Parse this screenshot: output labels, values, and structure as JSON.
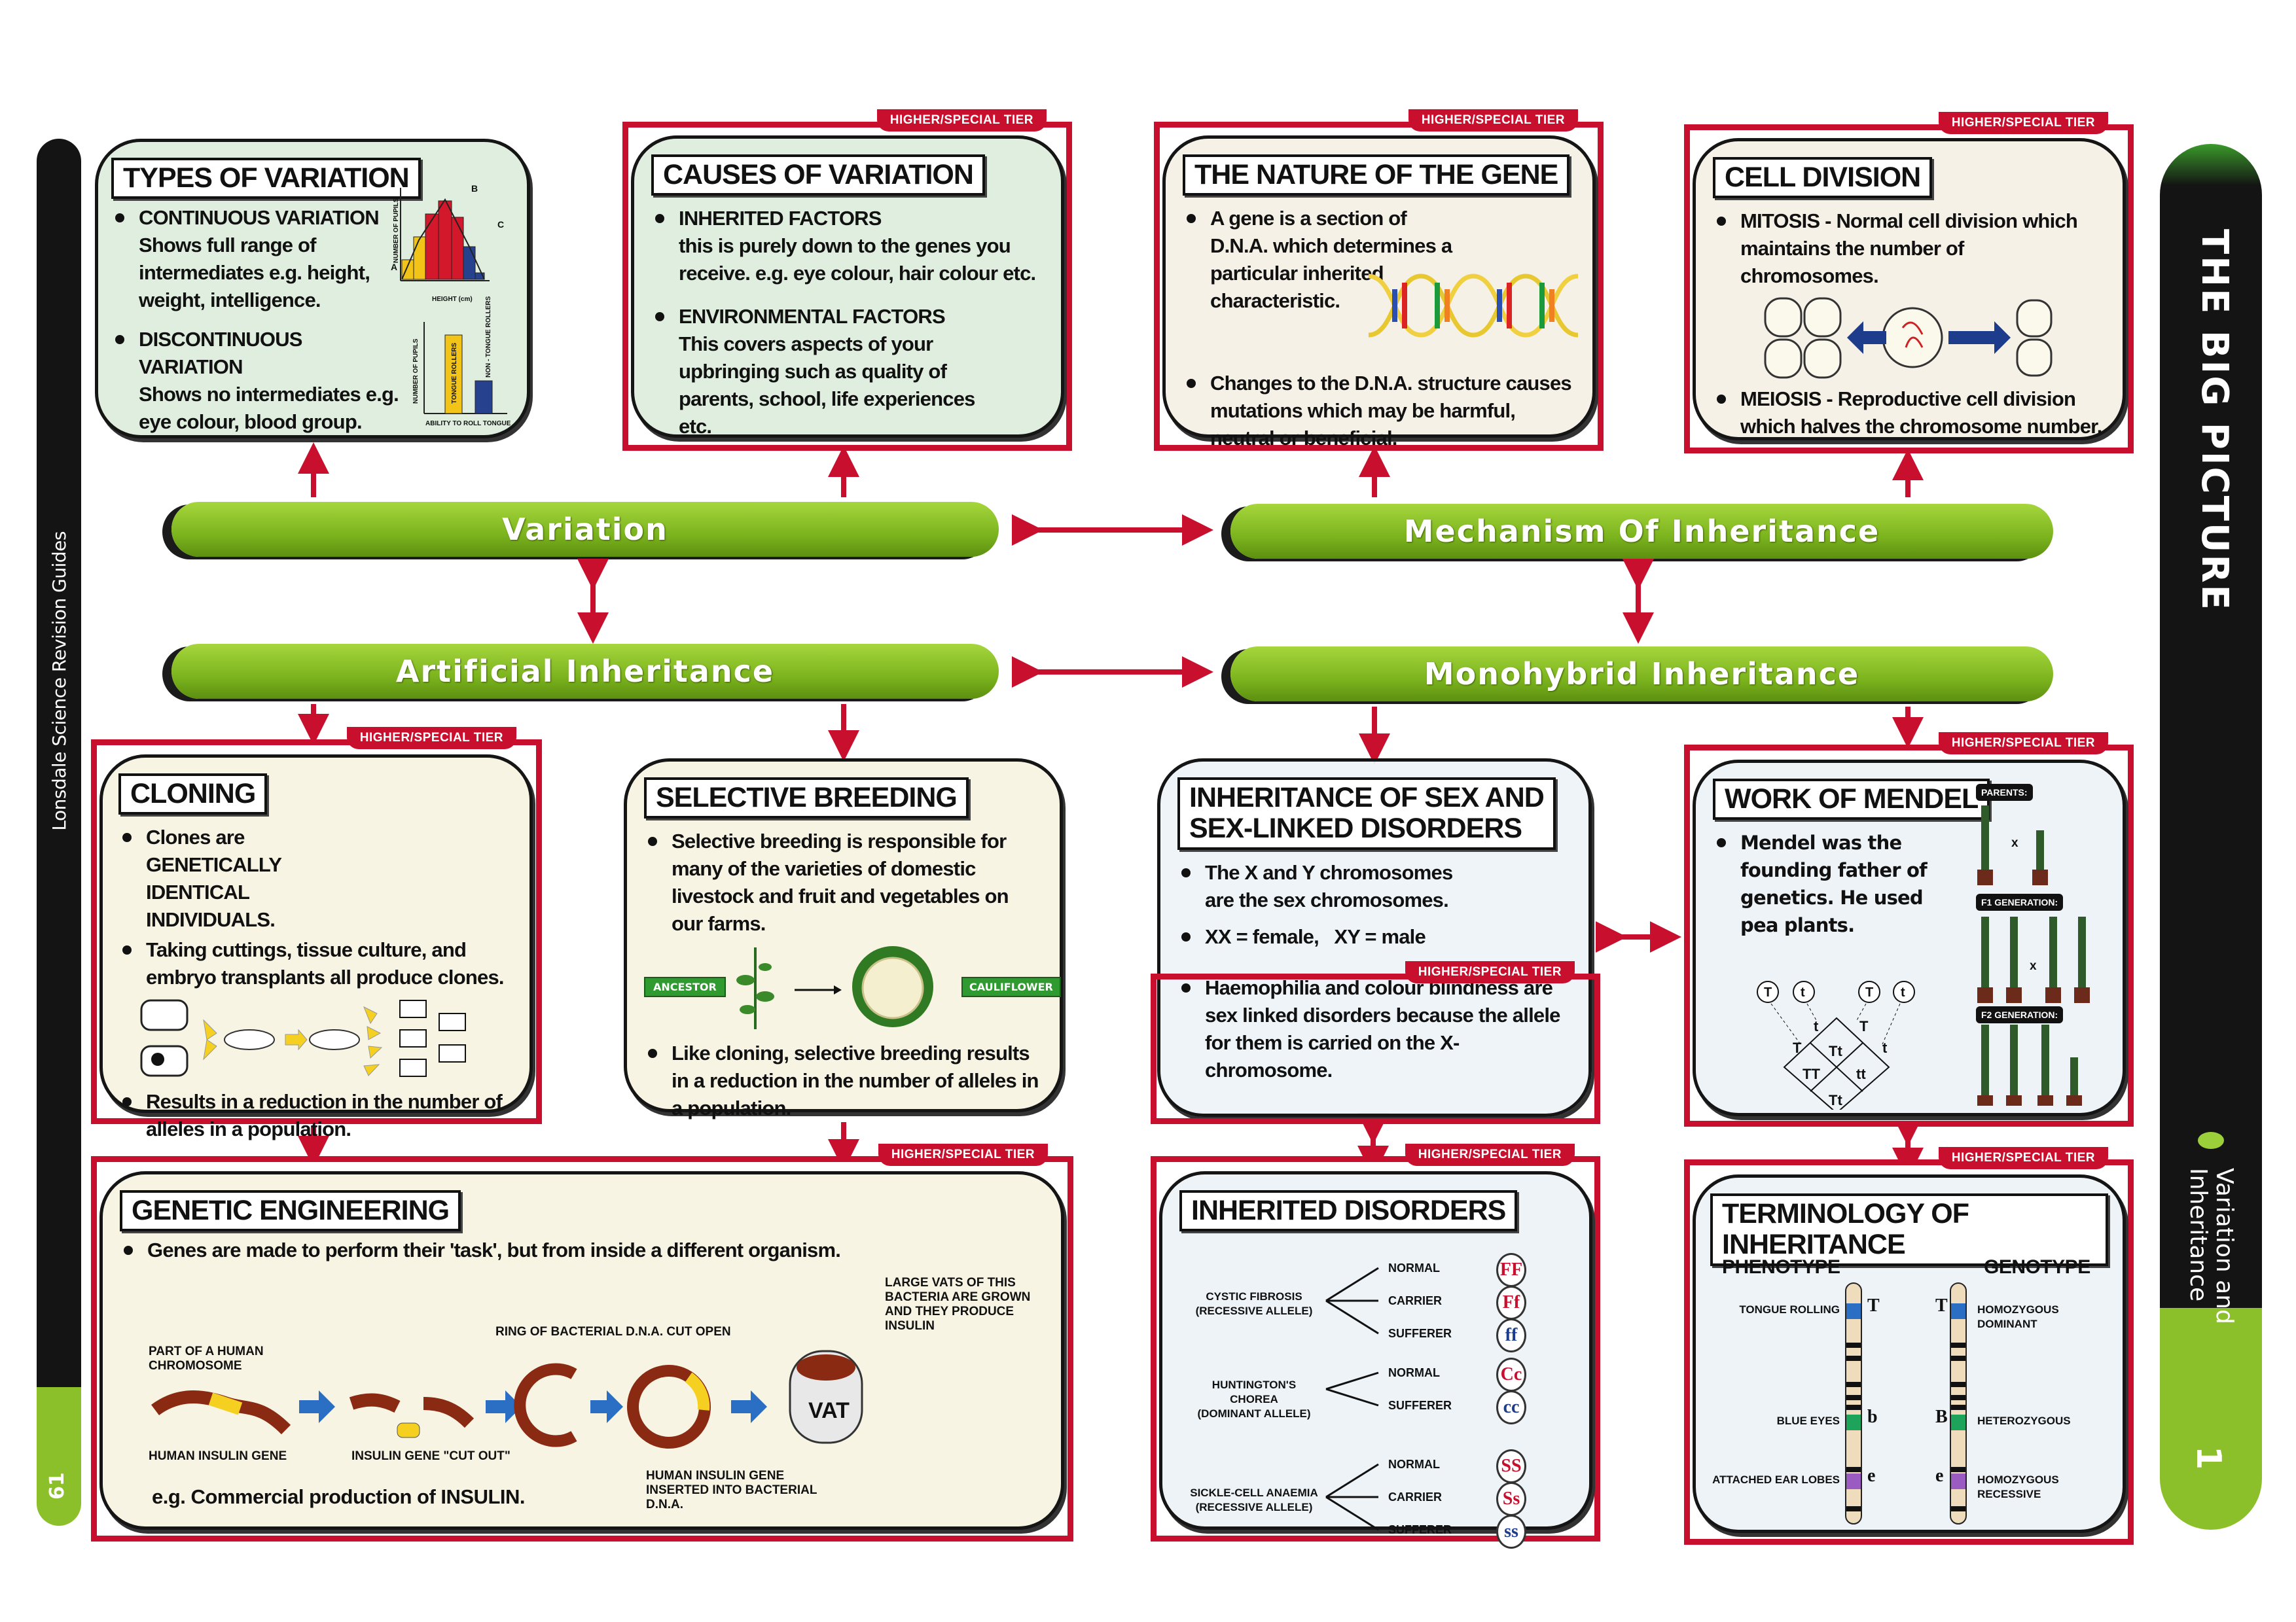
{
  "left_spine": {
    "series": "Lonsdale Science Revision Guides",
    "page_number": "61"
  },
  "right_spine": {
    "heading": "THE BIG PICTURE",
    "topic": "Variation and Inheritance",
    "section_number": "1"
  },
  "tier_badge": "HIGHER/SPECIAL TIER",
  "bars": {
    "variation": "Variation",
    "mechanism": "Mechanism Of Inheritance",
    "artificial": "Artificial Inheritance",
    "monohybrid": "Monohybrid Inheritance"
  },
  "types_of_variation": {
    "title": "TYPES OF VARIATION",
    "continuous_heading": "CONTINUOUS VARIATION",
    "continuous_text": "Shows full range of intermediates e.g. height, weight, intelligence.",
    "discontinuous_heading": "DISCONTINUOUS VARIATION",
    "discontinuous_text": "Shows no intermediates e.g. eye colour, blood group.",
    "chart1": {
      "ylabel": "NUMBER OF PUPILS",
      "xlabel": "HEIGHT (cm)",
      "markers": [
        "A",
        "B",
        "C"
      ]
    },
    "chart2": {
      "ylabel": "NUMBER OF PUPILS",
      "xlabel": "ABILITY TO ROLL TONGUE",
      "bar1": "TONGUE ROLLERS",
      "bar2": "NON - TONGUE ROLLERS"
    }
  },
  "causes_of_variation": {
    "title": "CAUSES OF VARIATION",
    "inherited_heading": "INHERITED FACTORS",
    "inherited_text": "this is purely down to the genes you receive. e.g. eye colour, hair colour etc.",
    "environmental_heading": "ENVIRONMENTAL FACTORS",
    "environmental_text": "This covers aspects of your upbringing such as quality of parents, school, life experiences etc."
  },
  "nature_of_gene": {
    "title": "THE NATURE OF THE GENE",
    "bullet1": "A gene is a section of D.N.A. which determines a particular inherited characteristic.",
    "bullet2": "Changes to the D.N.A. structure causes mutations which may be harmful, neutral or beneficial."
  },
  "cell_division": {
    "title": "CELL DIVISION",
    "mitosis_term": "MITOSIS",
    "mitosis_text": " - Normal cell division which maintains the number of chromosomes.",
    "meiosis_term": "MEIOSIS",
    "meiosis_text": " - Reproductive cell division which halves the chromosome number."
  },
  "cloning": {
    "title": "CLONING",
    "bullet1": "Clones are GENETICALLY IDENTICAL INDIVIDUALS.",
    "bullet2": "Taking cuttings, tissue culture, and embryo transplants all produce clones.",
    "bullet3": "Results in a reduction in the number of alleles in a population."
  },
  "selective_breeding": {
    "title": "SELECTIVE BREEDING",
    "bullet1": "Selective breeding is responsible for many of the varieties of domestic livestock and fruit and vegetables on our farms.",
    "ancestor_label": "ANCESTOR",
    "cauliflower_label": "CAULIFLOWER",
    "bullet2": "Like cloning, selective breeding results in a reduction in the number of alleles in a population."
  },
  "sex_inheritance": {
    "title_line1": "INHERITANCE OF SEX AND",
    "title_line2": "SEX-LINKED DISORDERS",
    "bullet1": "The X and Y chromosomes are the sex chromosomes.",
    "bullet2": "XX = female,   XY = male",
    "bullet3": "Haemophilia and colour blindness are sex linked disorders because the allele for them is carried on the X-chromosome."
  },
  "mendel": {
    "title": "WORK OF MENDEL",
    "bullet": "Mendel was the founding father of genetics. He used pea plants.",
    "parents_label": "PARENTS:",
    "f1_label": "F1 GENERATION:",
    "f2_label": "F2 GENERATION:",
    "cross": "x",
    "gametes": [
      "T",
      "t",
      "T",
      "t"
    ],
    "edge_labels": [
      "T",
      "t",
      "T",
      "t"
    ],
    "punnett": [
      "Tt",
      "TT",
      "tt",
      "Tt"
    ]
  },
  "genetic_engineering": {
    "title": "GENETIC ENGINEERING",
    "bullet": "Genes are made to perform their 'task', but from inside a different organism.",
    "label_chromosome": "PART OF A HUMAN CHROMOSOME",
    "label_gene": "HUMAN INSULIN GENE",
    "label_cut": "INSULIN GENE \"CUT OUT\"",
    "label_ring": "RING OF BACTERIAL D.N.A. CUT OPEN",
    "label_inserted": "HUMAN INSULIN GENE INSERTED INTO BACTERIAL D.N.A.",
    "label_vats": "LARGE VATS OF THIS BACTERIA ARE GROWN AND THEY PRODUCE INSULIN",
    "vat": "VAT",
    "example": "e.g. Commercial production of INSULIN."
  },
  "inherited_disorders": {
    "title": "INHERITED DISORDERS",
    "groups": [
      {
        "name": "CYSTIC FIBROSIS",
        "type": "(RECESSIVE ALLELE)",
        "outcomes": [
          {
            "label": "NORMAL",
            "genotype": "FF"
          },
          {
            "label": "CARRIER",
            "genotype": "Ff"
          },
          {
            "label": "SUFFERER",
            "genotype": "ff"
          }
        ]
      },
      {
        "name": "HUNTINGTON'S CHOREA",
        "type": "(DOMINANT ALLELE)",
        "outcomes": [
          {
            "label": "NORMAL",
            "genotype": "Cc"
          },
          {
            "label": "SUFFERER",
            "genotype": "cc"
          }
        ]
      },
      {
        "name": "SICKLE-CELL ANAEMIA",
        "type": "(RECESSIVE ALLELE)",
        "outcomes": [
          {
            "label": "NORMAL",
            "genotype": "SS"
          },
          {
            "label": "CARRIER",
            "genotype": "Ss"
          },
          {
            "label": "SUFFERER",
            "genotype": "ss"
          }
        ]
      }
    ]
  },
  "terminology": {
    "title": "TERMINOLOGY OF INHERITANCE",
    "phenotype": "PHENOTYPE",
    "genotype": "GENOTYPE",
    "rows": [
      {
        "phenotype": "TONGUE ROLLING",
        "allele_left": "T",
        "allele_right": "T",
        "genotype": "HOMOZYGOUS DOMINANT",
        "color": "#2a6fc4"
      },
      {
        "phenotype": "BLUE EYES",
        "allele_left": "b",
        "allele_right": "B",
        "genotype": "HETEROZYGOUS",
        "color": "#1ea35a"
      },
      {
        "phenotype": "ATTACHED EAR LOBES",
        "allele_left": "e",
        "allele_right": "e",
        "genotype": "HOMOZYGOUS RECESSIVE",
        "color": "#9a5cc0"
      }
    ]
  },
  "colors": {
    "accent_red": "#c8102e",
    "bar_green": "#7cb41e",
    "spine_black": "#141414"
  }
}
